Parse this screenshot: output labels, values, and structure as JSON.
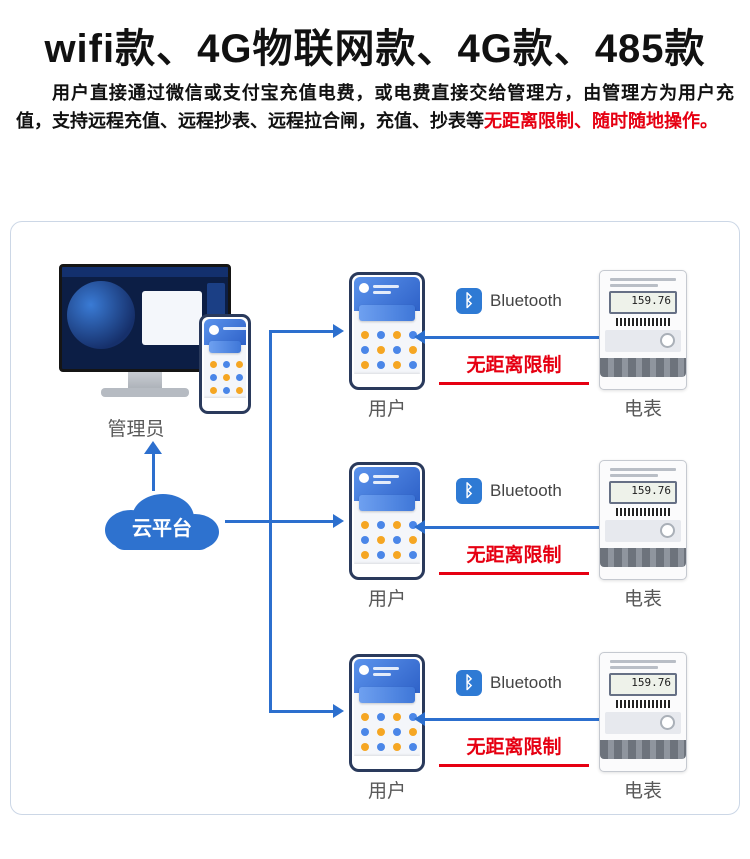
{
  "page": {
    "title": "wifi款、4G物联网款、4G款、485款",
    "intro_text": "用户直接通过微信或支付宝充值电费，或电费直接交给管理方，由管理方为用户充值，支持远程充值、远程抄表、远程拉合闸，充值、抄表等",
    "intro_highlight": "无距离限制、随时随地操作。"
  },
  "icons": {
    "bluetooth_glyph": "ᛒ"
  },
  "diagram": {
    "admin_label": "管理员",
    "cloud_label": "云平台",
    "rows": [
      {
        "user_label": "用户",
        "bluetooth_label": "Bluetooth",
        "limit_label": "无距离限制",
        "meter_label": "电表",
        "meter_reading": "159.76"
      },
      {
        "user_label": "用户",
        "bluetooth_label": "Bluetooth",
        "limit_label": "无距离限制",
        "meter_label": "电表",
        "meter_reading": "159.76"
      },
      {
        "user_label": "用户",
        "bluetooth_label": "Bluetooth",
        "limit_label": "无距离限制",
        "meter_label": "电表",
        "meter_reading": "159.76"
      }
    ],
    "colors": {
      "accent": "#2c6fce",
      "highlight_red": "#e60012"
    }
  }
}
